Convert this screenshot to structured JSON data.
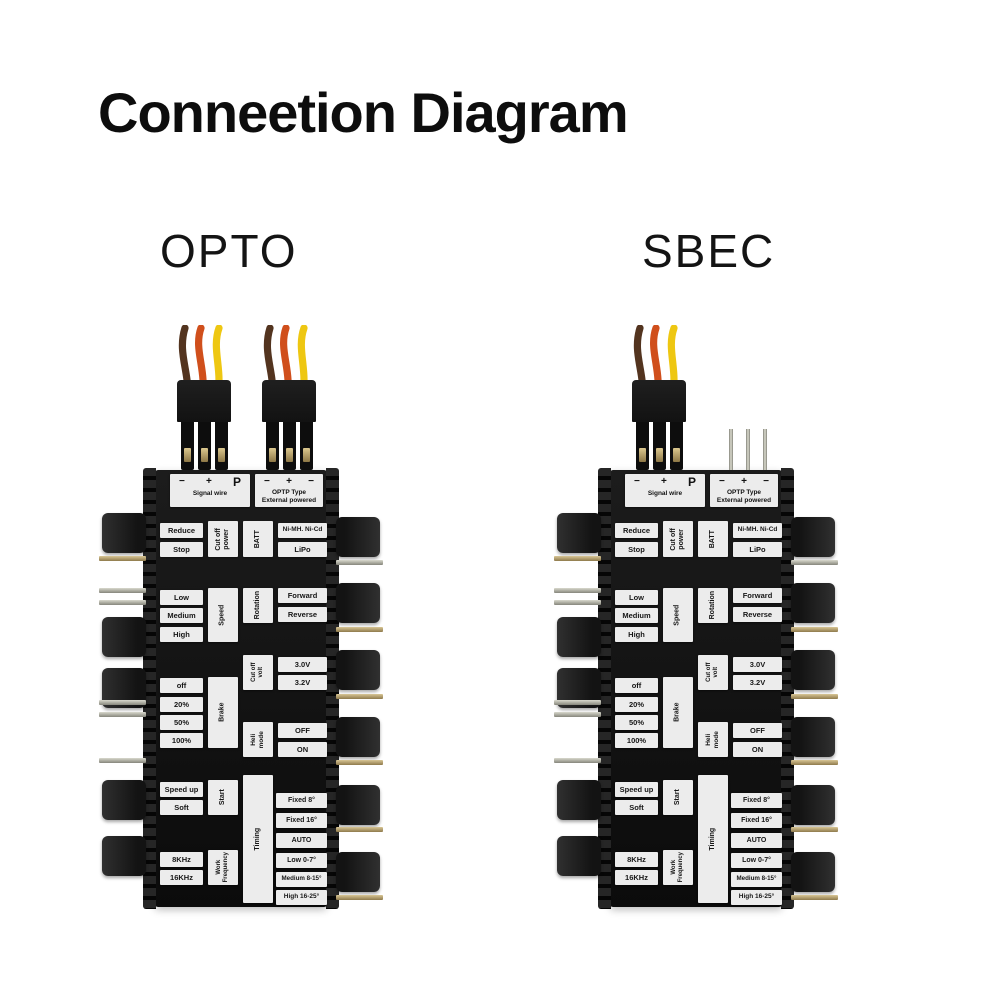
{
  "title": "Conneetion Diagram",
  "cards": [
    {
      "label": "OPTO",
      "ports": [
        "plugged",
        "plugged"
      ]
    },
    {
      "label": "SBEC",
      "ports": [
        "plugged",
        "pins"
      ]
    }
  ],
  "panel": {
    "port_labels": [
      {
        "polarity": [
          "−",
          "+",
          "P"
        ],
        "caption": "Signal wire"
      },
      {
        "polarity": [
          "−",
          "+",
          "−"
        ],
        "caption": "OPTP Type\nExternal powered"
      }
    ],
    "cells": {
      "reduce": "Reduce",
      "stop": "Stop",
      "cut_off_power": "Cut off\npower",
      "batt": "BATT",
      "nimh_nicd": "Ni-MH.  Ni-Cd",
      "lipo": "LiPo",
      "low": "Low",
      "medium": "Medium",
      "high": "High",
      "speed": "Speed",
      "rotation": "Rotation",
      "forward": "Forward",
      "reverse": "Reverse",
      "cut_off_volt": "Cut off volt",
      "v30": "3.0V",
      "v32": "3.2V",
      "off": "off",
      "p20": "20%",
      "p50": "50%",
      "p100": "100%",
      "brake": "Brake",
      "heli_mode": "Heli mode",
      "heli_off": "OFF",
      "heli_on": "ON",
      "speed_up": "Speed up",
      "soft": "Soft",
      "start": "Start",
      "khz8": "8KHz",
      "khz16": "16KHz",
      "work_frequency": "Work\nFrequency",
      "timing": "Timing",
      "fixed8": "Fixed 8°",
      "fixed16": "Fixed 16°",
      "auto": "AUTO",
      "low07": "Low  0-7°",
      "medium815": "Medium  8-15°",
      "high1625": "High  16-25°"
    }
  },
  "colors": {
    "background": "#ffffff",
    "card_body": "#111111",
    "label_bg": "#ececec",
    "wire_brown": "#53341f",
    "wire_orange": "#d04f1c",
    "wire_yellow": "#eec712",
    "pin_gold": "#bfa064",
    "pin_silver": "#b9b9ae"
  }
}
